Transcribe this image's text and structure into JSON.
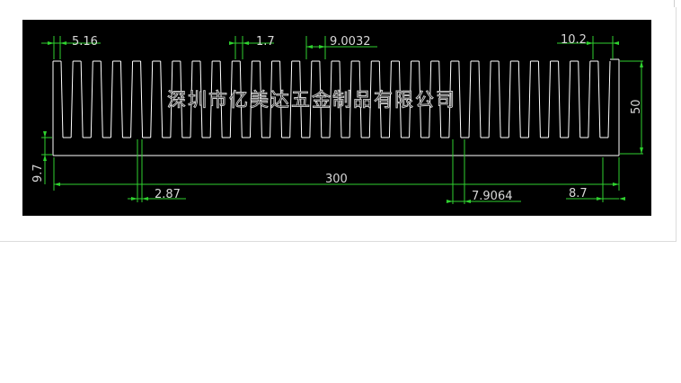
{
  "drawing": {
    "background": "#000000",
    "outline_color": "#ffffff",
    "dimension_color": "#2fd12f",
    "text_color": "#d8d8d8",
    "fin_count": 28,
    "dimensions": {
      "fin_pitch": "5.16",
      "fin_gap": "1.7",
      "fin_spacing": "9.0032",
      "end_width": "10.2",
      "fin_height": "50",
      "base_thickness": "9.7",
      "total_width": "300",
      "fin_root": "2.87",
      "root_spacing": "7.9064",
      "end_offset": "8.7"
    },
    "watermark": "深圳市亿美达五金制品有限公司"
  }
}
